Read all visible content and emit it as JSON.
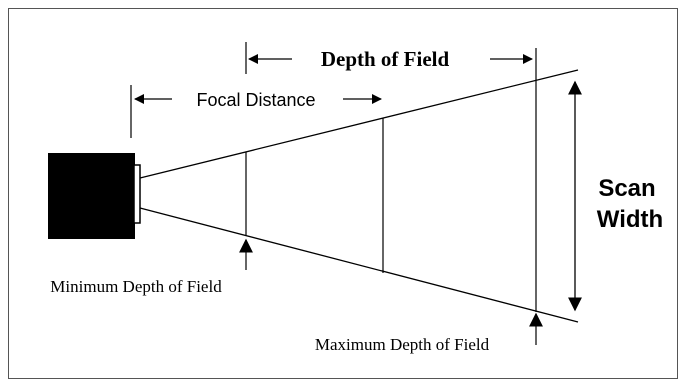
{
  "labels": {
    "depth_of_field": "Depth of Field",
    "focal_distance": "Focal Distance",
    "scan_line1": "Scan",
    "scan_line2": "Width",
    "min_depth": "Minimum Depth of Field",
    "max_depth": "Maximum Depth of Field"
  },
  "colors": {
    "ink": "#000000",
    "frame": "#555555",
    "background": "#ffffff"
  }
}
